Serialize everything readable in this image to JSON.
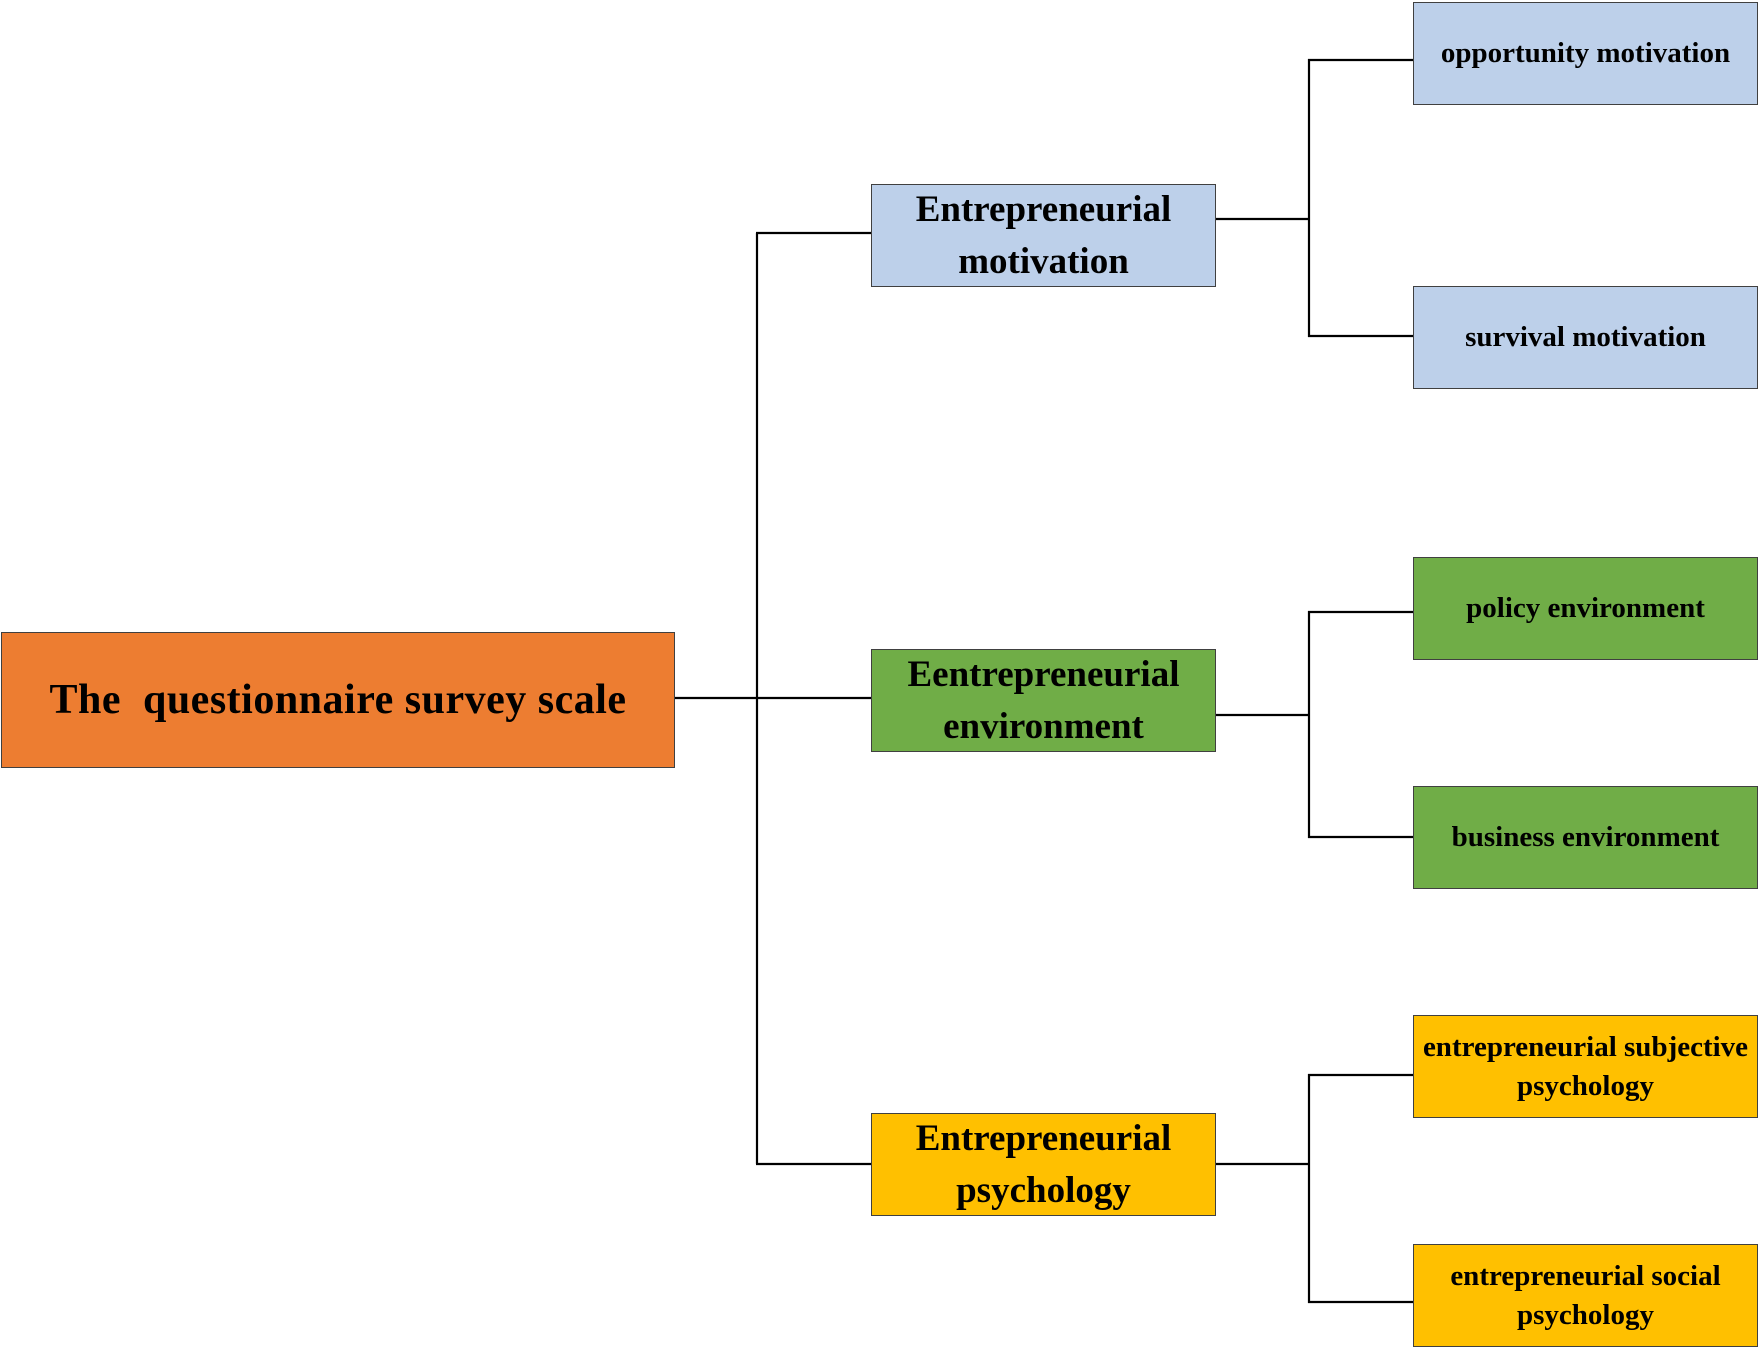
{
  "colors": {
    "root": "#ED7D31",
    "motivation": "#BDD0EA",
    "environment": "#70AD47",
    "psychology": "#FFC000",
    "connector": "#000000"
  },
  "root": {
    "label": "The  questionnaire survey scale"
  },
  "dimensions": [
    {
      "label": "Entrepreneurial motivation",
      "children": [
        "opportunity motivation",
        "survival motivation"
      ]
    },
    {
      "label": "Eentrepreneurial environment",
      "children": [
        "policy environment",
        "business environment"
      ]
    },
    {
      "label": "Entrepreneurial psychology",
      "children": [
        "entrepreneurial subjective psychology",
        "entrepreneurial social psychology"
      ]
    }
  ]
}
